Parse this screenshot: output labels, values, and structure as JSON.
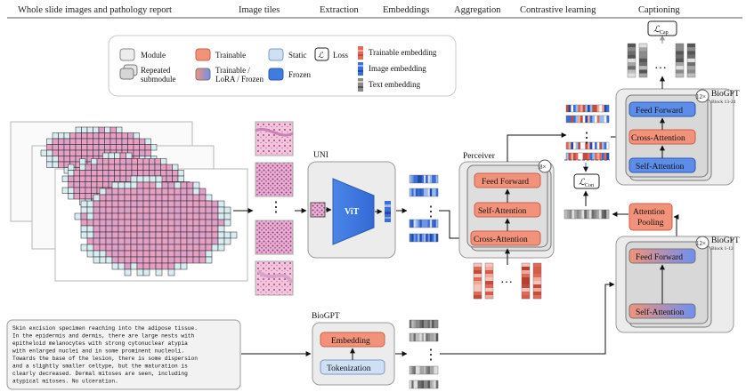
{
  "header": {
    "stages": [
      "Whole slide images and pathology report",
      "Image tiles",
      "Extraction",
      "Embeddings",
      "Aggregation",
      "Contrastive learning",
      "Captioning"
    ]
  },
  "legend": {
    "module": "Module",
    "repeated_line1": "Repeated",
    "repeated_line2": "submodule",
    "trainable": "Trainable",
    "lora_line1": "Trainable /",
    "lora_line2": "LoRA / Frozen",
    "static": "Static",
    "frozen": "Frozen",
    "loss_symbol": "ℒ",
    "loss": "Loss",
    "trainable_embedding": "Trainable embedding",
    "image_embedding": "Image embedding",
    "text_embedding": "Text embedding"
  },
  "uni": {
    "title": "UNI",
    "vit": "ViT"
  },
  "perceiver": {
    "title": "Perceiver",
    "repeat": "8×",
    "feed_forward": "Feed Forward",
    "self_attention": "Self-Attention",
    "cross_attention": "Cross-Attention"
  },
  "biogpt_text": {
    "title": "BioGPT",
    "embedding": "Embedding",
    "tokenization": "Tokenization"
  },
  "biogpt_upper": {
    "title": "BioGPT",
    "subtitle": "Block 13-24",
    "repeat": "12×",
    "feed_forward": "Feed Forward",
    "cross_attention": "Cross-Attention",
    "self_attention": "Self-Attention"
  },
  "biogpt_lower": {
    "title": "BioGPT",
    "subtitle": "Block 1-12",
    "repeat": "12×",
    "feed_forward": "Feed Forward",
    "self_attention": "Self-Attention"
  },
  "attention_pooling": {
    "line1": "Attention",
    "line2": "Pooling"
  },
  "loss_cap": {
    "symbol": "ℒ",
    "sub": "Cap"
  },
  "loss_con": {
    "symbol": "ℒ",
    "sub": "Con"
  },
  "report": {
    "lines": [
      "Skin excision specimen reaching into the adipose tissue.",
      "In the epidermis and dermis, there are large nests with",
      "epitheloid melanocytes with strong cytonuclear atypia",
      "with enlarged nuclei and in some prominent nucleoli.",
      "Towards the base of the lesion, there is some dispersion",
      "and a slightly smaller celtype, but the maturation is",
      "clearly decreased. Dermal mitoses are seen, including",
      "atypical mitoses. No ulceration."
    ]
  },
  "colors": {
    "trainable": "#f2927a",
    "trainable_fill": "#f6a994",
    "static": "#cfe0f5",
    "frozen": "#3f7be0",
    "module_fill": "#ececec",
    "tissue_pink": "#e6a0c4",
    "text_gray": "#9a9a9a",
    "image_blue": "#3a6fd8",
    "trainable_red": "#e06a58"
  }
}
